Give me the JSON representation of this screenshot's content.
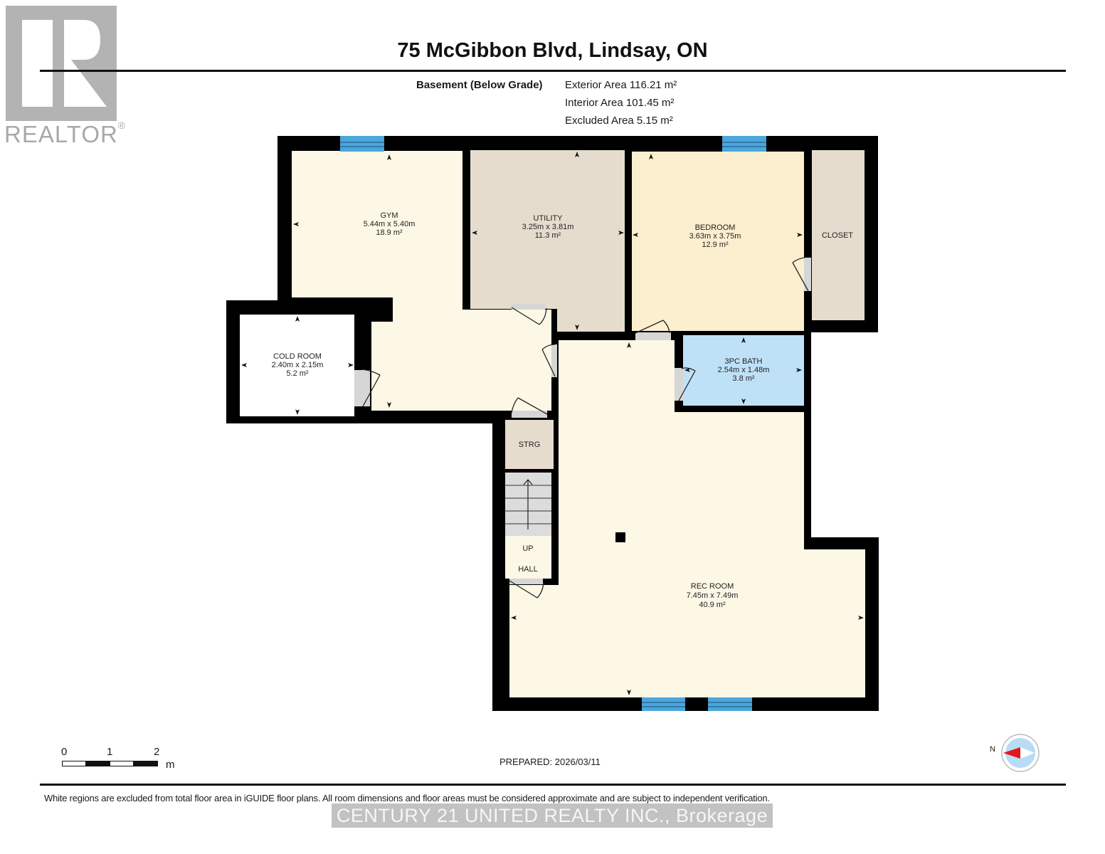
{
  "header": {
    "title": "75 McGibbon Blvd, Lindsay, ON",
    "floor_label": "Basement (Below Grade)",
    "areas": {
      "exterior": "Exterior Area 116.21 m²",
      "interior": "Interior Area 101.45 m²",
      "excluded": "Excluded Area 5.15 m²"
    }
  },
  "logo": {
    "brand": "REALTOR",
    "registered_mark": "®",
    "icon": "realtor-r-icon"
  },
  "floor_plan": {
    "colors": {
      "wall": "#000000",
      "living": "#fdf7e6",
      "bedroom": "#fcefcf",
      "utility": "#e6dccd",
      "bath": "#bfe1f8",
      "excluded": "#ffffff",
      "stairs": "#dcdcdc",
      "window": "#4aa6dc",
      "door_threshold": "#d6d6d6"
    },
    "rooms": {
      "gym": {
        "name": "GYM",
        "dims": "5.44m x 5.40m",
        "area": "18.9 m²"
      },
      "utility": {
        "name": "UTILITY",
        "dims": "3.25m x 3.81m",
        "area": "11.3 m²"
      },
      "bedroom": {
        "name": "BEDROOM",
        "dims": "3.63m x 3.75m",
        "area": "12.9 m²"
      },
      "closet": {
        "name": "CLOSET"
      },
      "cold_room": {
        "name": "COLD ROOM",
        "dims": "2.40m x 2.15m",
        "area": "5.2 m²"
      },
      "bath": {
        "name": "3PC BATH",
        "dims": "2.54m x 1.48m",
        "area": "3.8 m²"
      },
      "storage": {
        "name": "STRG"
      },
      "stairs": {
        "label": "UP"
      },
      "hall": {
        "name": "HALL"
      },
      "rec_room": {
        "name": "REC ROOM",
        "dims": "7.45m x 7.49m",
        "area": "40.9 m²"
      }
    }
  },
  "scale_bar": {
    "ticks": [
      "0",
      "1",
      "2"
    ],
    "unit": "m"
  },
  "compass": {
    "label": "N",
    "icon": "north-arrow-icon"
  },
  "footer": {
    "prepared": "PREPARED: 2026/03/11",
    "disclaimer": "White regions are excluded from total floor area in iGUIDE floor plans. All room dimensions and floor areas must be considered approximate and are subject to independent verification.",
    "watermark": "CENTURY 21 UNITED REALTY INC., Brokerage"
  }
}
